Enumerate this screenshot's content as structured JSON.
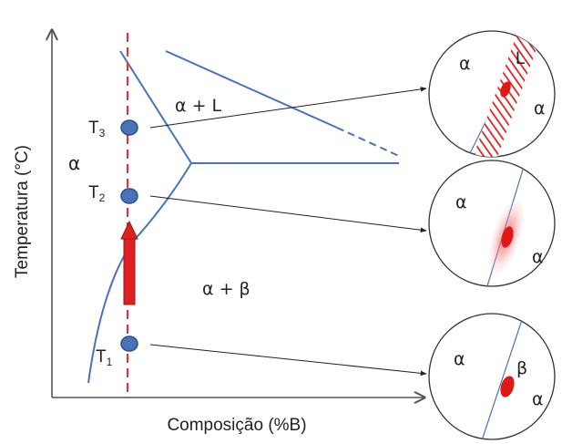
{
  "labels": {
    "y_axis": "Temperatura (°C)",
    "x_axis": "Composição (%B)",
    "region_alpha": "α",
    "region_alpha_liquid": "α + L",
    "region_alpha_beta": "α + β",
    "t3_main": "T",
    "t3_sub": "3",
    "t2_main": "T",
    "t2_sub": "2",
    "t1_main": "T",
    "t1_sub": "1"
  },
  "circles": {
    "top": {
      "left": "α",
      "right": "α",
      "phase": "L"
    },
    "middle": {
      "left": "α",
      "right": "α"
    },
    "bottom": {
      "left": "α",
      "right": "α",
      "phase": "β"
    }
  },
  "colors": {
    "phase_lines": "#4a72b8",
    "points": "#4a72b8",
    "composition_line": "#d63a3a",
    "heating_arrow": "#e02020",
    "particle": "#e01818",
    "axes": "#555555"
  }
}
